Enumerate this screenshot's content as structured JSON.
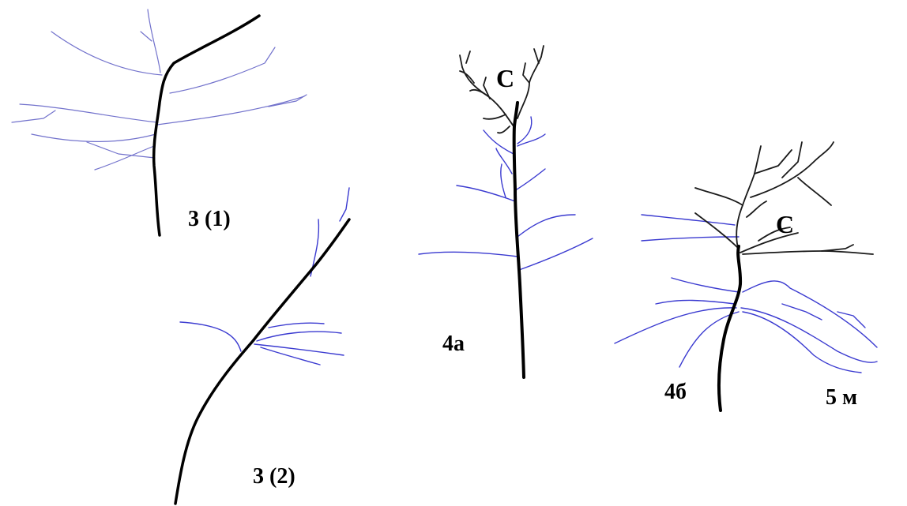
{
  "labels": {
    "tree_3_1": "3 (1)",
    "tree_3_2": "3 (2)",
    "tree_4a": "4а",
    "tree_4a_crown": "С",
    "tree_4b": "4б",
    "tree_4b_crown": "С",
    "scale_5m": "5 м"
  },
  "colors": {
    "trunk": "#000000",
    "branch_blue": "#3a3ad0",
    "branch_blue_light": "#7272cc"
  }
}
